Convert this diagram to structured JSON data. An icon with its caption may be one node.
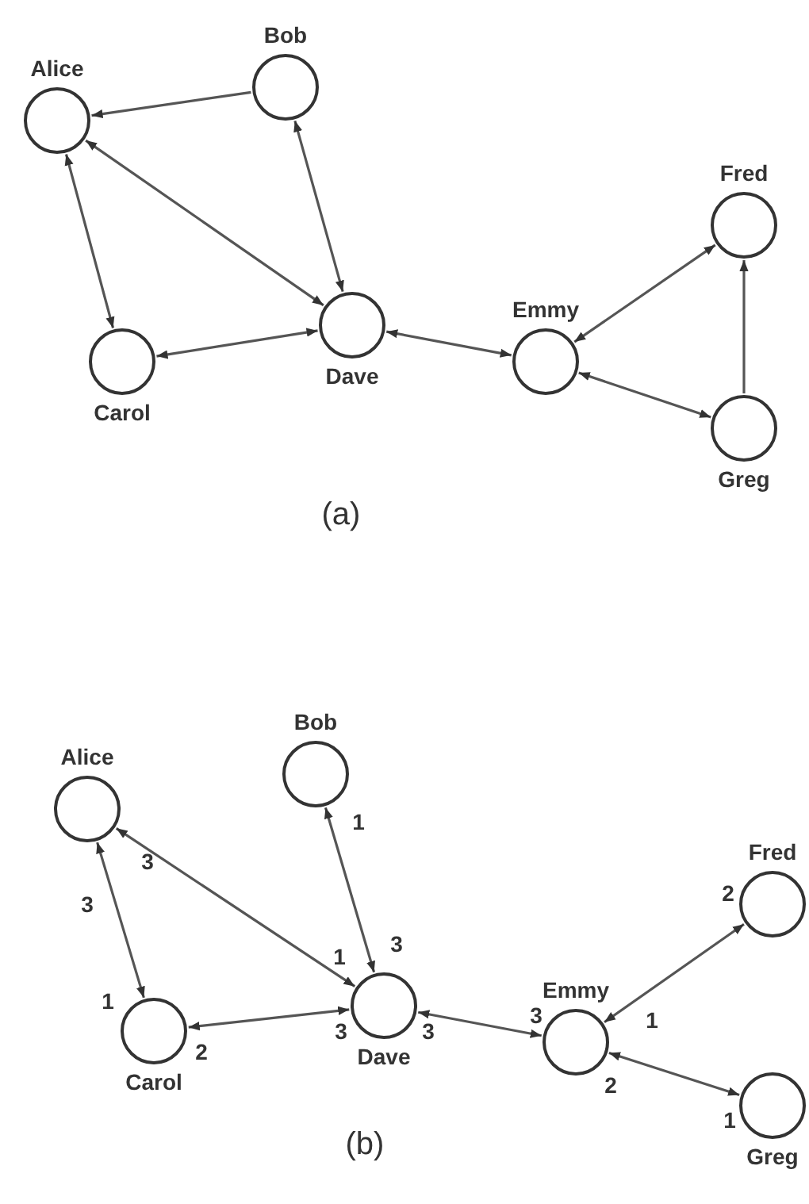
{
  "diagram": {
    "nodes": [
      {
        "text": [
          "Alice"
        ]
      },
      {
        "text": [
          "Bob"
        ]
      },
      {
        "text": [
          "Carol"
        ]
      },
      {
        "text": [
          "Dave"
        ]
      },
      {
        "text": [
          "Emmy"
        ]
      },
      {
        "text": [
          "Fred"
        ]
      },
      {
        "text": [
          "Greg"
        ]
      },
      {
        "text": [
          "Alice"
        ]
      },
      {
        "text": [
          "Bob"
        ]
      },
      {
        "text": [
          "Carol"
        ]
      },
      {
        "text": [
          "Dave"
        ]
      },
      {
        "text": [
          "Emmy"
        ]
      },
      {
        "text": [
          "Fred"
        ]
      },
      {
        "text": [
          "Greg"
        ]
      }
    ],
    "edges": [
      {
        "from": 1,
        "to": 0,
        "arrow": "to"
      },
      {
        "from": 0,
        "to": 3,
        "arrow": "both"
      },
      {
        "from": 0,
        "to": 2,
        "arrow": "both"
      },
      {
        "from": 1,
        "to": 3,
        "arrow": "both"
      },
      {
        "from": 2,
        "to": 3,
        "arrow": "both"
      },
      {
        "from": 3,
        "to": 4,
        "arrow": "both"
      },
      {
        "from": 4,
        "to": 5,
        "arrow": "both"
      },
      {
        "from": 6,
        "to": 5,
        "arrow": "to"
      },
      {
        "from": 4,
        "to": 6,
        "arrow": "both"
      },
      {
        "from": 7,
        "to": 10,
        "arrow": "both"
      },
      {
        "from": 7,
        "to": 9,
        "arrow": "both"
      },
      {
        "from": 8,
        "to": 10,
        "arrow": "both"
      },
      {
        "from": 9,
        "to": 10,
        "arrow": "both"
      },
      {
        "from": 10,
        "to": 11,
        "arrow": "both"
      },
      {
        "from": 11,
        "to": 12,
        "arrow": "both"
      },
      {
        "from": 11,
        "to": 13,
        "arrow": "both"
      }
    ],
    "labels": [
      "(a)",
      "1",
      "3",
      "2",
      "3",
      "3",
      "1",
      "1",
      "3",
      "1",
      "3",
      "3",
      "2",
      "2",
      "1",
      "(b)"
    ]
  }
}
